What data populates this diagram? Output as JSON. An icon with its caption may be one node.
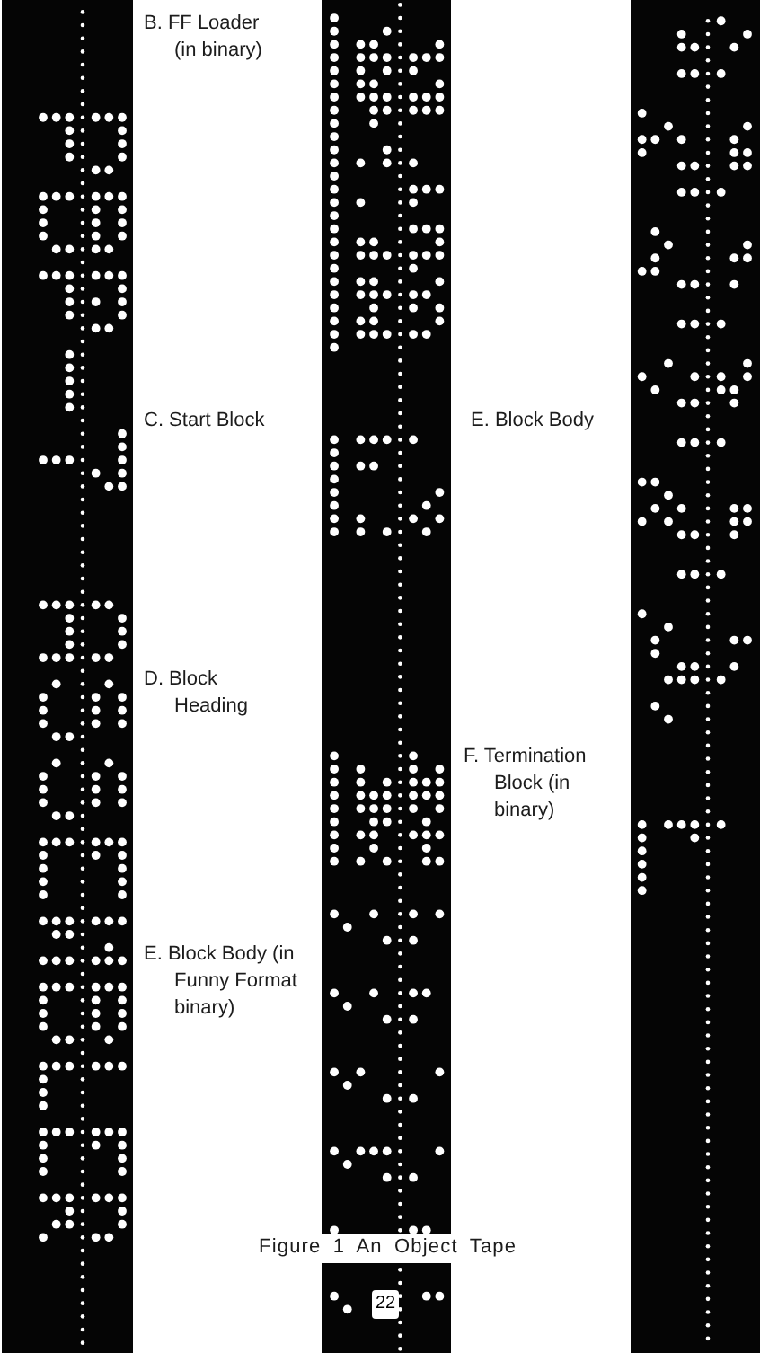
{
  "diagram": {
    "caption": "Figure 1 An Object Tape",
    "labels": [
      "B. FF Loader (in binary)",
      "C. Start Block",
      "E. Block Body",
      "D. Block Heading",
      "F. Termination Block (in binary)",
      "E. Block Body (in Funny Format binary)",
      "22"
    ]
  }
}
